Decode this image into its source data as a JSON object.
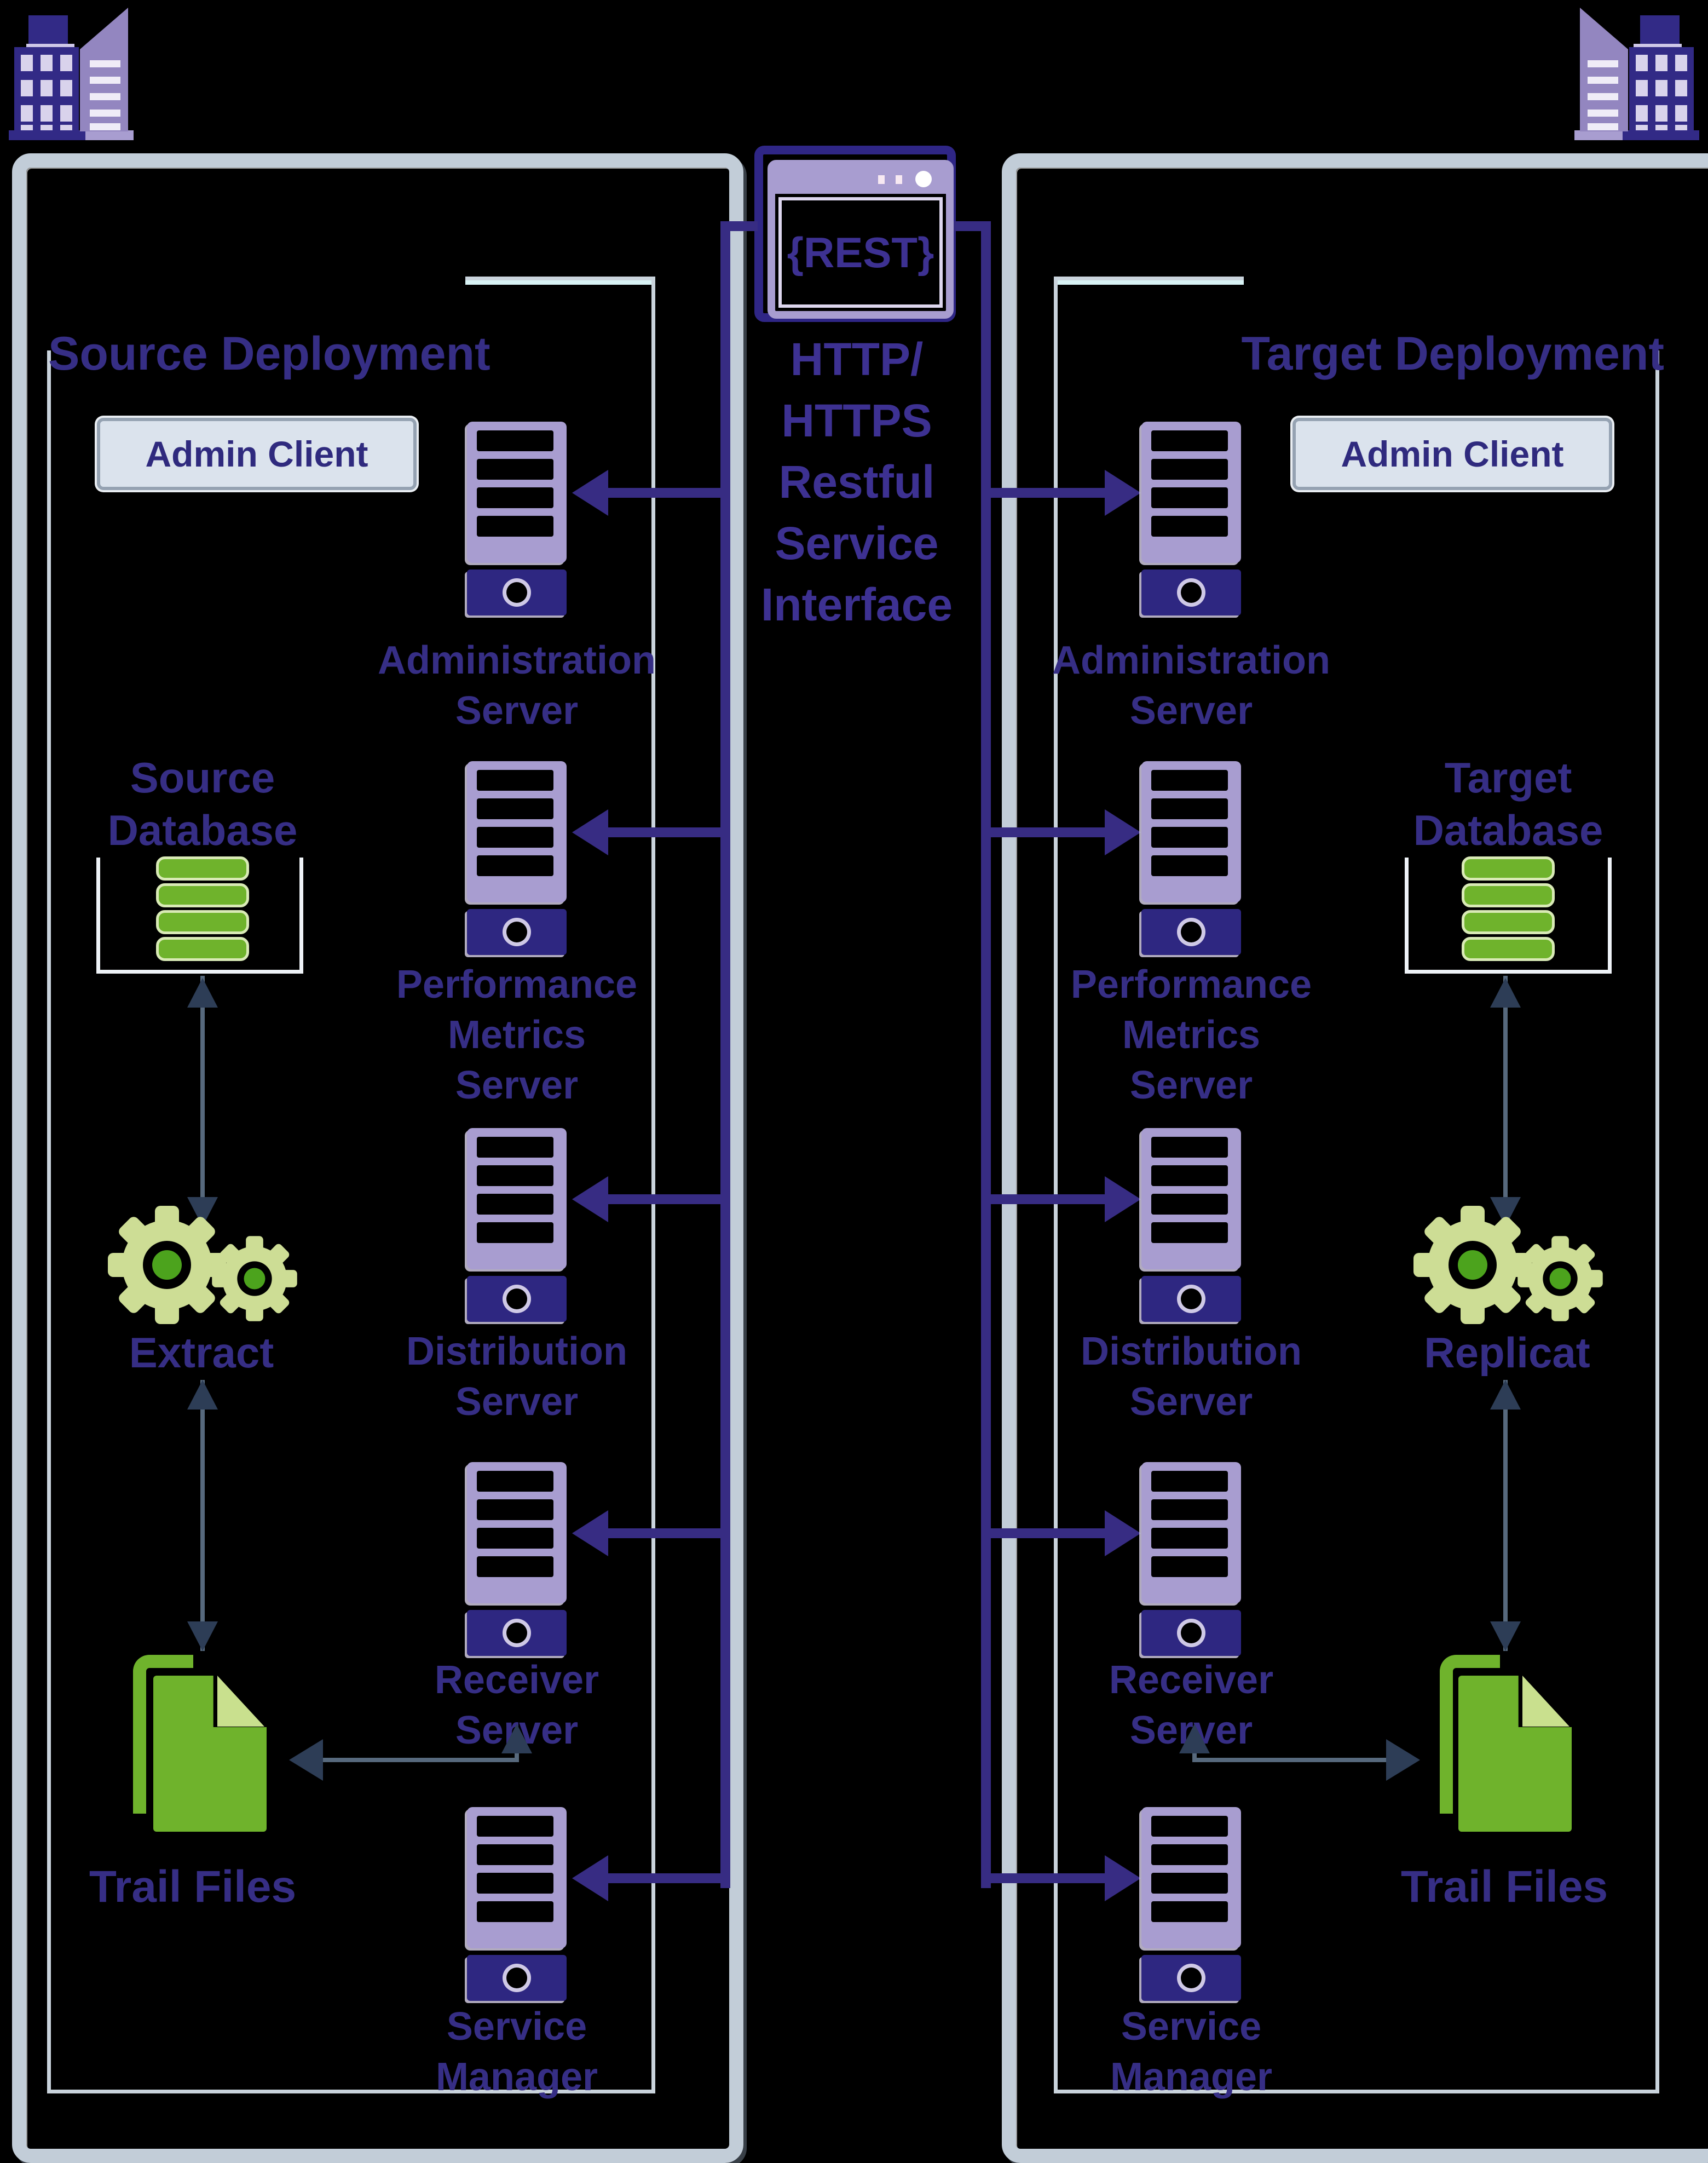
{
  "rest_panel": {
    "badge": "{REST}",
    "caption": "HTTP/\nHTTPS\nRestful\nService\nInterface",
    "window_icon": "browser-window-icon"
  },
  "source": {
    "title": "Source Deployment",
    "admin_button": "Admin Client",
    "servers": [
      "Administration\nServer",
      "Performance\nMetrics\nServer",
      "Distribution\nServer",
      "Receiver\nServer",
      "Service\nManager"
    ],
    "database_label": "Source\nDatabase",
    "process_label": "Extract",
    "trail_label": "Trail Files"
  },
  "target": {
    "title": "Target Deployment",
    "admin_button": "Admin Client",
    "servers": [
      "Administration\nServer",
      "Performance\nMetrics\nServer",
      "Distribution\nServer",
      "Receiver\nServer",
      "Service\nManager"
    ],
    "database_label": "Target\nDatabase",
    "process_label": "Replicat",
    "trail_label": "Trail Files"
  },
  "colors": {
    "ink": "#362e85",
    "purple_line": "#372c83",
    "lavender": "#a89dd0",
    "navy_base": "#2e2781",
    "box_border": "#c2cdd8",
    "green": "#6fb32c",
    "gear_green": "#cddd95",
    "slate_line": "#57697d",
    "arrow_head": "#2d3d56",
    "button_bg": "#dbe3ed"
  }
}
